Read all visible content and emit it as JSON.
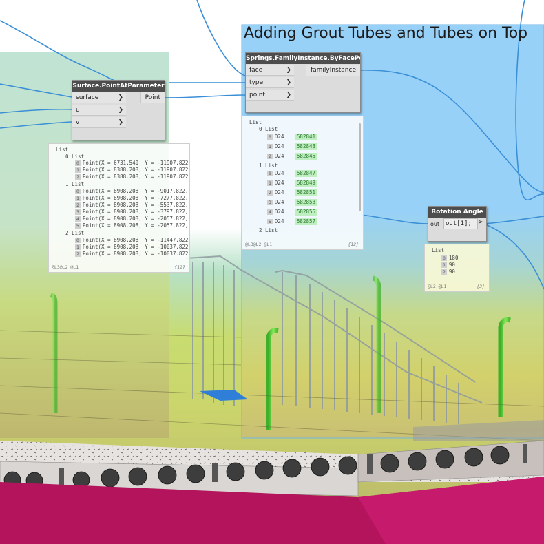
{
  "group": {
    "title": "Adding Grout Tubes and Tubes on Top"
  },
  "nodes": {
    "surface_point": {
      "title": "Surface.PointAtParameter",
      "inputs": [
        "surface",
        "u",
        "v"
      ],
      "output": "Point"
    },
    "springs": {
      "title": "Springs.FamilyInstance.ByFacePoints",
      "inputs": [
        "face",
        "type",
        "point"
      ],
      "output": "familyInstance"
    },
    "rotation": {
      "title": "Rotation Angle",
      "port_label": "out",
      "code": "out[1];",
      "arrow": ">"
    }
  },
  "previews": {
    "points": {
      "root": "List",
      "groups": [
        {
          "label": "0 List",
          "items": [
            {
              "i": "0",
              "v": "Point(X = 6731.540, Y = -11907.822"
            },
            {
              "i": "1",
              "v": "Point(X = 8388.208, Y = -11907.822"
            },
            {
              "i": "2",
              "v": "Point(X = 8388.208, Y = -11907.822"
            }
          ]
        },
        {
          "label": "1 List",
          "items": [
            {
              "i": "0",
              "v": "Point(X = 8908.208, Y = -9017.822,"
            },
            {
              "i": "1",
              "v": "Point(X = 8908.208, Y = -7277.822,"
            },
            {
              "i": "2",
              "v": "Point(X = 8908.208, Y = -5537.822,"
            },
            {
              "i": "3",
              "v": "Point(X = 8908.208, Y = -3797.822,"
            },
            {
              "i": "4",
              "v": "Point(X = 8908.208, Y = -2057.822,"
            },
            {
              "i": "5",
              "v": "Point(X = 8908.208, Y = -2057.822,"
            }
          ]
        },
        {
          "label": "2 List",
          "items": [
            {
              "i": "0",
              "v": "Point(X = 8908.208, Y = -11447.822"
            },
            {
              "i": "1",
              "v": "Point(X = 8908.208, Y = -10037.822"
            },
            {
              "i": "2",
              "v": "Point(X = 8908.208, Y = -10037.822"
            }
          ]
        }
      ],
      "footer_levels": "@L3@L2 @L1",
      "count": "{12}"
    },
    "instances": {
      "root": "List",
      "groups": [
        {
          "label": "0 List",
          "items": [
            {
              "i": "0",
              "t": "D24",
              "id": "582841"
            },
            {
              "i": "1",
              "t": "D24",
              "id": "582843"
            },
            {
              "i": "2",
              "t": "D24",
              "id": "582845"
            }
          ]
        },
        {
          "label": "1 List",
          "items": [
            {
              "i": "0",
              "t": "D24",
              "id": "582847"
            },
            {
              "i": "1",
              "t": "D24",
              "id": "582849"
            },
            {
              "i": "2",
              "t": "D24",
              "id": "582851"
            },
            {
              "i": "3",
              "t": "D24",
              "id": "582853"
            },
            {
              "i": "4",
              "t": "D24",
              "id": "582855"
            },
            {
              "i": "5",
              "t": "D24",
              "id": "582857"
            }
          ]
        },
        {
          "label": "2 List",
          "items": []
        }
      ],
      "footer_levels": "@L3@L2 @L1",
      "count": "{12}"
    },
    "angles": {
      "root": "List",
      "items": [
        {
          "i": "0",
          "v": "180"
        },
        {
          "i": "1",
          "v": "90"
        },
        {
          "i": "2",
          "v": "90"
        }
      ],
      "footer_levels": "@L2 @L1",
      "count": "{3}"
    }
  },
  "colors": {
    "group_fill": "#99d2f7",
    "wire": "#3b8fd6",
    "floor_magenta": "#b3145c",
    "tube_green": "#5cd23a",
    "highlight_green": "#bfeec0"
  }
}
